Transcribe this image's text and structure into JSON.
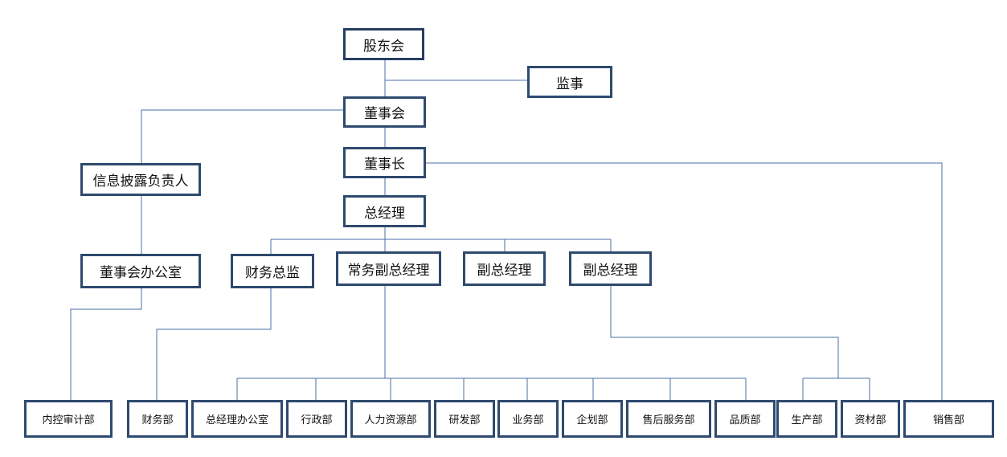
{
  "org": {
    "shareholders": "股东会",
    "supervisor": "监事",
    "board": "董事会",
    "chairman": "董事长",
    "disclosure_officer": "信息披露负责人",
    "board_office": "董事会办公室",
    "general_manager": "总经理",
    "cfo": "财务总监",
    "executive_vp": "常务副总经理",
    "vp_1": "副总经理",
    "vp_2": "副总经理",
    "departments": {
      "internal_audit": "内控审计部",
      "finance": "财务部",
      "gm_office": "总经理办公室",
      "admin": "行政部",
      "hr": "人力资源部",
      "rnd": "研发部",
      "business": "业务部",
      "planning": "企划部",
      "after_sales": "售后服务部",
      "quality": "品质部",
      "production": "生产部",
      "materials": "资材部",
      "sales": "销售部"
    }
  }
}
